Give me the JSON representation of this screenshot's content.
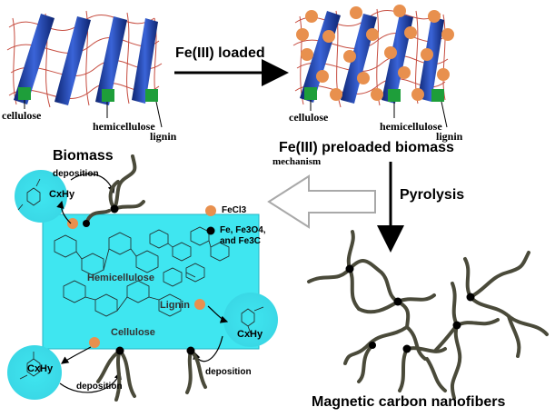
{
  "labels": {
    "cellulose_left": "cellulose",
    "hemicellulose_left": "hemicellulose",
    "lignin_left": "lignin",
    "cellulose_right": "cellulose",
    "hemicellulose_right": "hemicellulose",
    "lignin_right": "lignin",
    "step_loading": "Fe(III) loaded",
    "biomass": "Biomass",
    "preloaded": "Fe(III) preloaded biomass",
    "mechanism": "mechanism",
    "pyrolysis": "Pyrolysis",
    "product": "Magnetic carbon nanofibers",
    "legend_fecl3": "FeCl3",
    "legend_fe_line1": "Fe, Fe3O4,",
    "legend_fe_line2": "and Fe3C",
    "deposition_top": "deposition",
    "deposition_bottom_left": "deposition",
    "deposition_bottom_right": "deposition",
    "cxhy_top": "CxHy",
    "cxhy_right": "CxHy",
    "cxhy_bottom": "CxHy",
    "box_hemicellulose": "Hemicellulose",
    "box_cellulose": "Cellulose",
    "box_lignin": "Lignin"
  },
  "colors": {
    "fiber_blue": "#1f3fa6",
    "strand_red": "#c0392b",
    "cap_green": "#1e9e3a",
    "fe3_orange": "#e8904e",
    "box_cyan": "#3fe6f0",
    "carbon_fiber": "#4a4a3a",
    "arrow_outline": "#a9a9a9"
  }
}
